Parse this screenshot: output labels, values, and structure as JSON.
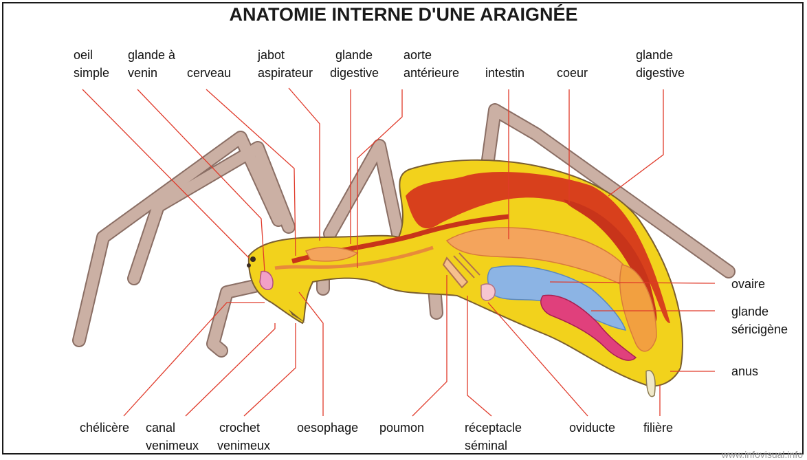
{
  "title": "ANATOMIE INTERNE D'UNE ARAIGNÉE",
  "credit": "www.infovisual.info",
  "labels": {
    "oeil_simple": [
      "oeil",
      "simple"
    ],
    "glande_venin": [
      "glande à",
      "venin"
    ],
    "cerveau": [
      "cerveau"
    ],
    "jabot": [
      "jabot",
      "aspirateur"
    ],
    "glande_digestive_1": [
      "glande",
      "digestive"
    ],
    "aorte": [
      "aorte",
      "antérieure"
    ],
    "intestin": [
      "intestin"
    ],
    "coeur": [
      "coeur"
    ],
    "glande_digestive_2": [
      "glande",
      "digestive"
    ],
    "ovaire": [
      "ovaire"
    ],
    "glande_sericigene": [
      "glande",
      "séricigène"
    ],
    "anus": [
      "anus"
    ],
    "chelicere": [
      "chélicère"
    ],
    "canal": [
      "canal",
      "venimeux"
    ],
    "crochet": [
      "crochet",
      "venimeux"
    ],
    "oesophage": [
      "oesophage"
    ],
    "poumon": [
      "poumon"
    ],
    "receptacle": [
      "réceptacle",
      "séminal"
    ],
    "oviducte": [
      "oviducte"
    ],
    "filiere": [
      "filière"
    ]
  },
  "colors": {
    "body_yellow": "#f2d21c",
    "digestive_red": "#d8401c",
    "intestine_orange": "#f4a45c",
    "ovary_blue": "#8cb4e4",
    "silk_pink": "#e0407c",
    "leg_brown": "#c8aca0",
    "pointer_red": "#e03a2a"
  }
}
